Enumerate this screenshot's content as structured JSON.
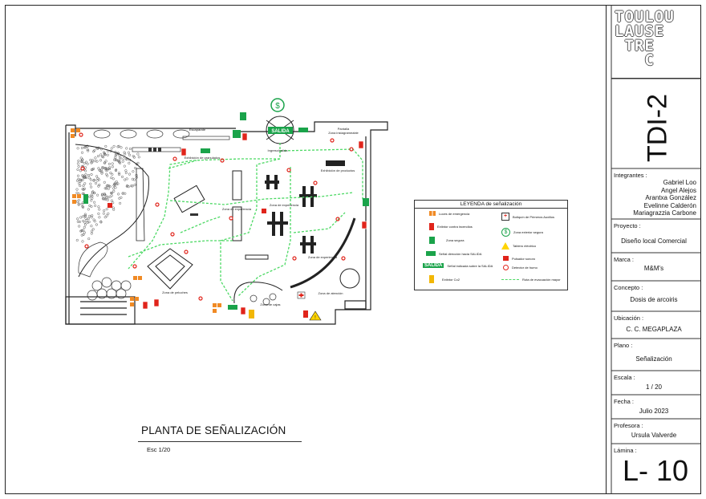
{
  "drawing": {
    "title": "PLANTA DE SEÑALIZACIÓN",
    "scale": "Esc 1/20"
  },
  "plan_labels": {
    "escaparate": "Escaparate",
    "pantalla": "Pantalla",
    "zona_instagrameable": "Zona instagrameable",
    "salida_sign": "SALIDA",
    "ingreso_salida": "Ingreso/salida",
    "exhibicion_granulados": "Exhibición de granulados",
    "exhibicion_productos": "Exhibición de productos",
    "zona_experiencia_1": "Zona de experiencia",
    "zona_experiencia_2": "Zona de experiencia",
    "zona_experiencia_3": "Zona de experiencia",
    "zona_peluches": "Zona de peluches",
    "zona_cajas": "Zona de cajas",
    "zona_atencion": "Zona de atención"
  },
  "legend": {
    "title": "LEYENDA de señalización",
    "items_left": [
      {
        "icon": "emergency-light-icon",
        "label": "Luces de emergencia"
      },
      {
        "icon": "fire-extinguisher-icon",
        "label": "Extintor contra incendios"
      },
      {
        "icon": "safe-zone-icon",
        "label": "Zona segura"
      },
      {
        "icon": "exit-direction-icon",
        "label": "Señal dirección hacia SALIDA"
      },
      {
        "icon": "exit-sign-icon",
        "label": "Señal indicada sobre la SALIDA",
        "badge": "SALIDA"
      },
      {
        "icon": "co2-extinguisher-icon",
        "label": "Extintor Co2"
      }
    ],
    "items_right": [
      {
        "icon": "first-aid-icon",
        "label": "Botiquín de Primeros Auxilios"
      },
      {
        "icon": "safe-zone-exterior-icon",
        "label": "Zona exterior segura"
      },
      {
        "icon": "electrical-panel-icon",
        "label": "Tablero eléctrico"
      },
      {
        "icon": "alarm-button-icon",
        "label": "Pulsador sonoro"
      },
      {
        "icon": "smoke-detector-icon",
        "label": "Detector de humo"
      },
      {
        "icon": "evacuation-route-icon",
        "label": "Ruta de evacuación mayor"
      }
    ]
  },
  "title_block": {
    "logo": "TOULOU\nLAUSE\n TRE\n   C",
    "code": "TDI-2",
    "integrantes_label": "Integrantes :",
    "integrantes": [
      "Gabriel Loo",
      "Angel Alejos",
      "Arantxa González",
      "Evelinne Calderón",
      "Mariagrazzia Carbone"
    ],
    "proyecto_label": "Proyecto :",
    "proyecto": "Diseño local Comercial",
    "marca_label": "Marca :",
    "marca": "M&M's",
    "concepto_label": "Concepto :",
    "concepto": "Dosis de arcoiris",
    "ubicacion_label": "Ubicación :",
    "ubicacion": "C. C. MEGAPLAZA",
    "plano_label": "Plano :",
    "plano": "Señalización",
    "escala_label": "Escala :",
    "escala": "1 / 20",
    "fecha_label": "Fecha :",
    "fecha": "Julio 2023",
    "profesora_label": "Profesora :",
    "profesora": "Ursula Valverde",
    "lamina_label": "Lámina :",
    "lamina": "L- 10"
  },
  "colors": {
    "route": "#4cd964",
    "exit_green": "#1aa34a",
    "extinguisher_red": "#e0241b",
    "co2_yellow": "#f2b705",
    "warning_yellow": "#ffd400",
    "orange": "#f08a24"
  }
}
